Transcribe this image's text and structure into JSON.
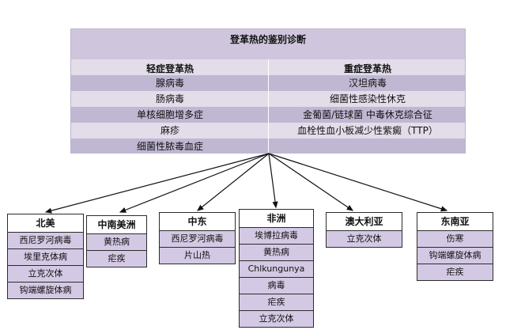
{
  "title": "登革热的鉴别诊断",
  "columns": {
    "left_header": "轻症登革热",
    "right_header": "重症登革热",
    "left_items": [
      "腺病毒",
      "肠病毒",
      "单核细胞增多症",
      "麻疹",
      "细菌性脓毒血症"
    ],
    "right_items": [
      "汉坦病毒",
      "细菌性感染性休克",
      "金葡菌/链球菌 中毒休克综合征",
      "血栓性血小板减少性紫癜（TTP）",
      ""
    ]
  },
  "regions": [
    {
      "name": "北美",
      "items": [
        "西尼罗河病毒",
        "埃里克体病",
        "立克次体",
        "钩端螺旋体病"
      ]
    },
    {
      "name": "中南美洲",
      "items": [
        "黄热病",
        "疟疾"
      ]
    },
    {
      "name": "中东",
      "items": [
        "西尼罗河病毒",
        "片山热"
      ]
    },
    {
      "name": "非洲",
      "items": [
        "埃博拉病毒",
        "黄热病",
        "Chlkungunya",
        "病毒",
        "疟疾",
        "立克次体"
      ]
    },
    {
      "name": "澳大利亚",
      "items": [
        "立克次体"
      ]
    },
    {
      "name": "东南亚",
      "items": [
        "伤寒",
        "钩端螺旋体病",
        "疟疾"
      ]
    }
  ]
}
